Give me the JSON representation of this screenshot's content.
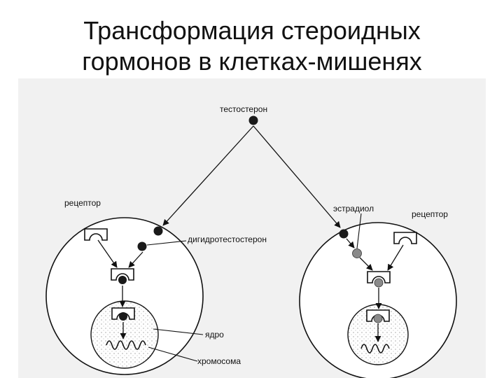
{
  "title": {
    "line1": "Трансформация стероидных",
    "line2": "гормонов в клетках-мишенях"
  },
  "labels": {
    "testosterone": "тестостерон",
    "receptor_left": "рецептор",
    "receptor_right": "рецептор",
    "estradiol": "эстрадиол",
    "dht": "дигидротестостерон",
    "nucleus": "ядро",
    "chromosome": "хромосома"
  },
  "colors": {
    "ink": "#111111",
    "dark_hormone": "#1a1a1a",
    "light_hormone": "#8a8a8a",
    "scan_background": "#e8e8e8"
  }
}
